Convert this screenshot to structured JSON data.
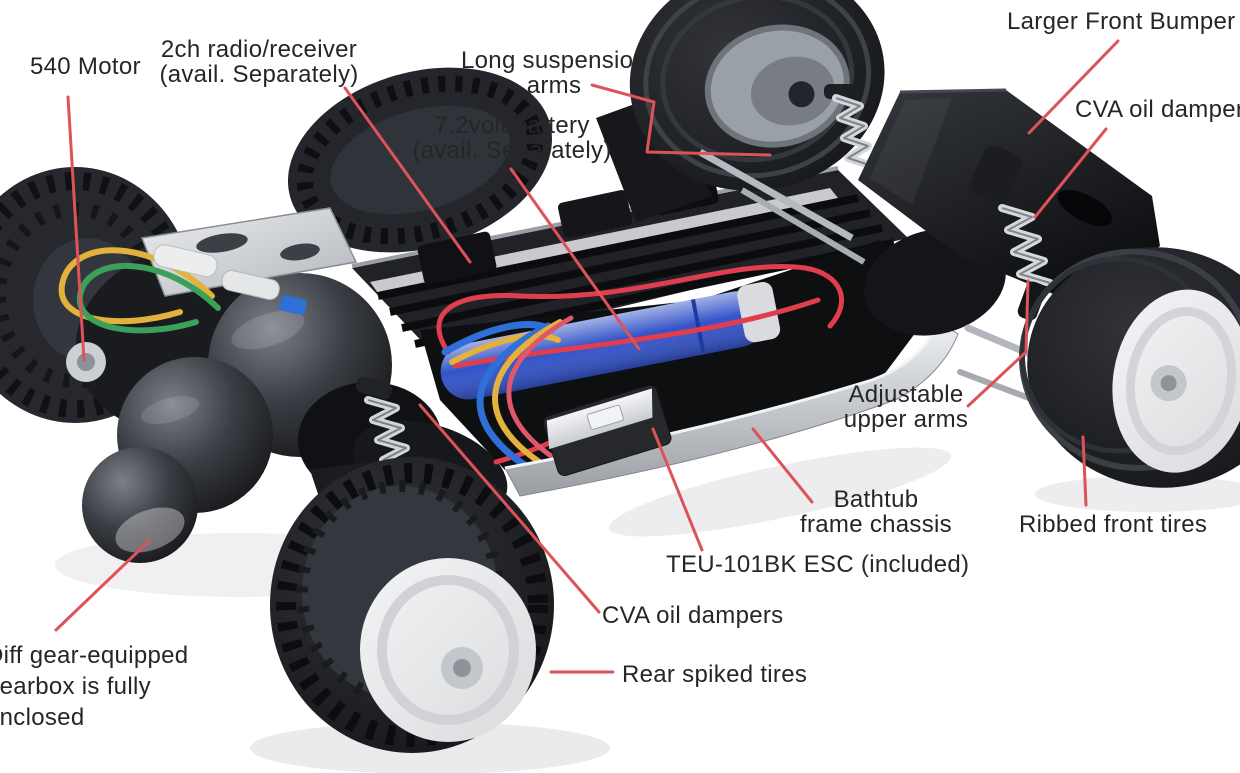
{
  "labels": {
    "motor": [
      "540 Motor"
    ],
    "radio": [
      "2ch radio/receiver",
      "(avail. Separately)"
    ],
    "long_suspension": [
      "Long suspension",
      "arms"
    ],
    "battery": [
      "7.2volt battery",
      "(avail. Separately)"
    ],
    "front_bumper": [
      "Larger Front Bumper"
    ],
    "cva_damper_front": [
      "CVA oil dampers"
    ],
    "upper_arms": [
      "Adjustable",
      "upper arms"
    ],
    "bathtub": [
      "Bathtub",
      "frame chassis"
    ],
    "ribbed_tires": [
      "Ribbed front tires"
    ],
    "esc": [
      "TEU-101BK ESC (included)"
    ],
    "cva_dampers_rear": [
      "CVA oil dampers"
    ],
    "rear_tires": [
      "Rear spiked tires"
    ],
    "gearbox": [
      "Diff gear-equipped",
      "gearbox is fully",
      "enclosed"
    ]
  },
  "colors": {
    "background": "#ffffff",
    "label_text": "#262626",
    "leader_line": "#dd5359",
    "battery_blue": "#3353c8",
    "wire_red": "#e23d4c",
    "wire_yellow": "#e2b23c",
    "wire_blue": "#2f6fd8",
    "wire_green": "#3aa05a",
    "wire_pink": "#e0566a"
  }
}
